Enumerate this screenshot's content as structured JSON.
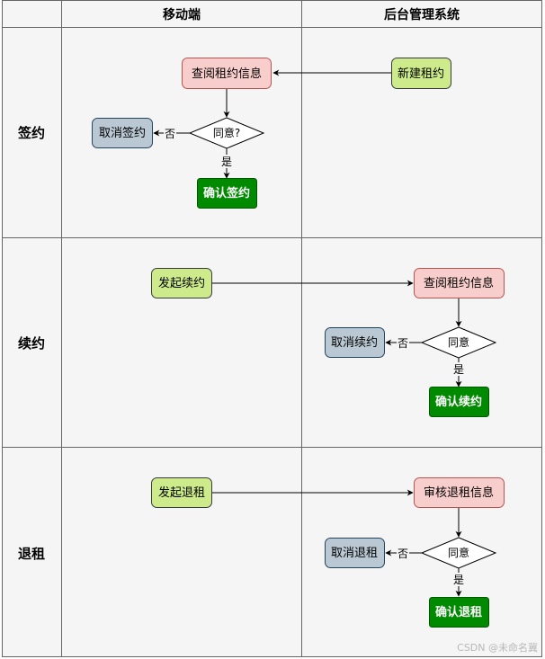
{
  "columns": {
    "mobile": "移动端",
    "admin": "后台管理系统"
  },
  "rows": {
    "sign": "签约",
    "renew": "续约",
    "exit": "退租"
  },
  "sign_flow": {
    "view_info": "查阅租约信息",
    "new_lease": "新建租约",
    "agree_q": "同意?",
    "no": "否",
    "yes": "是",
    "cancel": "取消签约",
    "confirm": "确认签约"
  },
  "renew_flow": {
    "initiate": "发起续约",
    "view_info": "查阅租约信息",
    "agree_q": "同意",
    "no": "否",
    "yes": "是",
    "cancel": "取消续约",
    "confirm": "确认续约"
  },
  "exit_flow": {
    "initiate": "发起退租",
    "review_info": "审核退租信息",
    "agree_q": "同意",
    "no": "否",
    "yes": "是",
    "cancel": "取消退租",
    "confirm": "确认退租"
  },
  "watermark": "CSDN @未命名冀",
  "colors": {
    "pink_fill": "#f8cecc",
    "pink_stroke": "#b85450",
    "green_light_fill": "#cdeb8b",
    "green_light_stroke": "#36393d",
    "gray_blue_fill": "#bac8d3",
    "gray_blue_stroke": "#23445d",
    "green_dark_fill": "#008a00",
    "green_dark_stroke": "#005700",
    "lane_bg": "#f5f5f5",
    "lane_border": "#666666"
  }
}
